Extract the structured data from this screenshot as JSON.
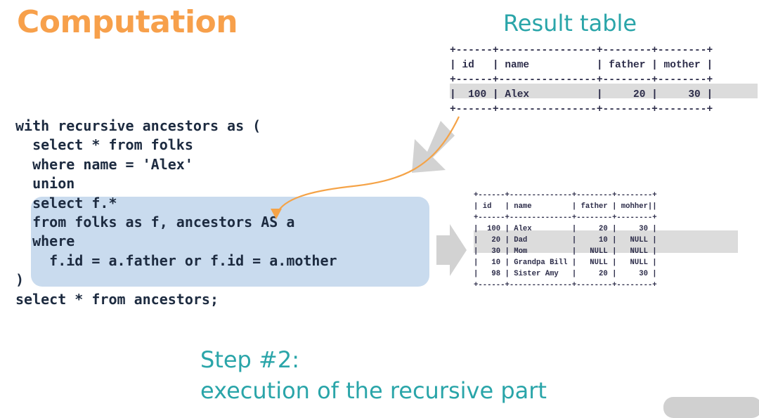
{
  "title": "Computation",
  "result_title": "Result table",
  "code_lines": [
    "with recursive ancestors as (",
    "  select * from folks",
    "  where name = 'Alex'",
    "  union",
    "  select f.*",
    "  from folks as f, ancestors AS a",
    "  where",
    "    f.id = a.father or f.id = a.mother",
    ")",
    "select * from ancestors;"
  ],
  "result_table_lines": [
    "+------+----------------+--------+--------+",
    "| id   | name           | father | mother |",
    "+------+----------------+--------+--------+",
    "|  100 | Alex           |     20 |     30 |",
    "+------+----------------+--------+--------+"
  ],
  "step_table_lines": [
    "+------+--------------+--------+--------+",
    "| id   | name         | father | mohher||",
    "+------+--------------+--------+--------+",
    "|  100 | Alex         |     20 |     30 |",
    "|   20 | Dad          |     10 |   NULL |",
    "|   30 | Mom          |   NULL |   NULL |",
    "|   10 | Grandpa Bill |   NULL |   NULL |",
    "|   98 | Sister Amy   |     20 |     30 |",
    "+------+--------------+--------+--------+"
  ],
  "step_heading": "Step #2:",
  "step_subheading": "execution of the recursive part",
  "colors": {
    "title": "#f7a04b",
    "accent": "#2aa5a9",
    "code_highlight": "#c9dbee",
    "row_highlight": "#dcdcdc",
    "code_text": "#1d2b40",
    "arrow_gray": "#d2d2d2",
    "arrow_orange": "#f5a347"
  }
}
